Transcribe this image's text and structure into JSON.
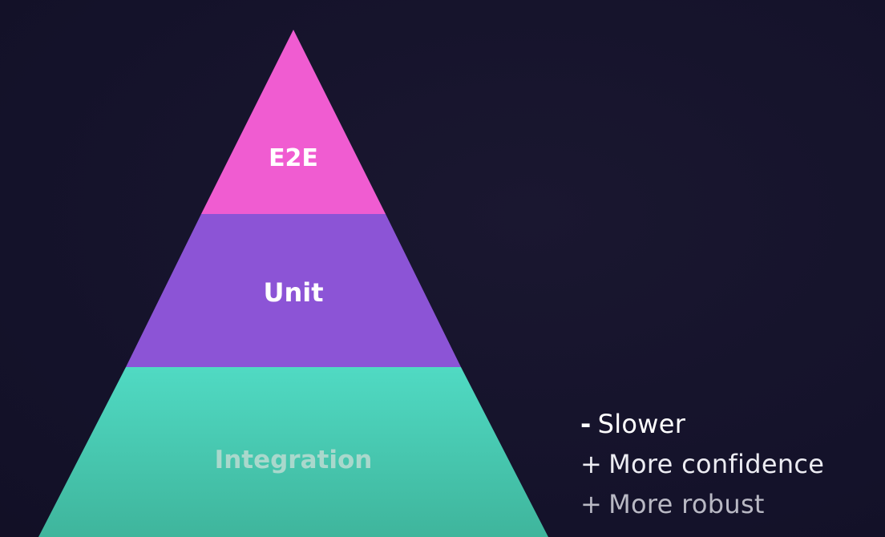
{
  "pyramid": {
    "layers": [
      {
        "label": "E2E",
        "color": "#f05cd1"
      },
      {
        "label": "Unit",
        "color": "#8c54d6"
      },
      {
        "label": "Integration",
        "color": "#4fd6bf"
      }
    ]
  },
  "notes": [
    {
      "symbol": "-",
      "text": "Slower"
    },
    {
      "symbol": "+",
      "text": "More confidence"
    },
    {
      "symbol": "+",
      "text": "More robust"
    }
  ]
}
